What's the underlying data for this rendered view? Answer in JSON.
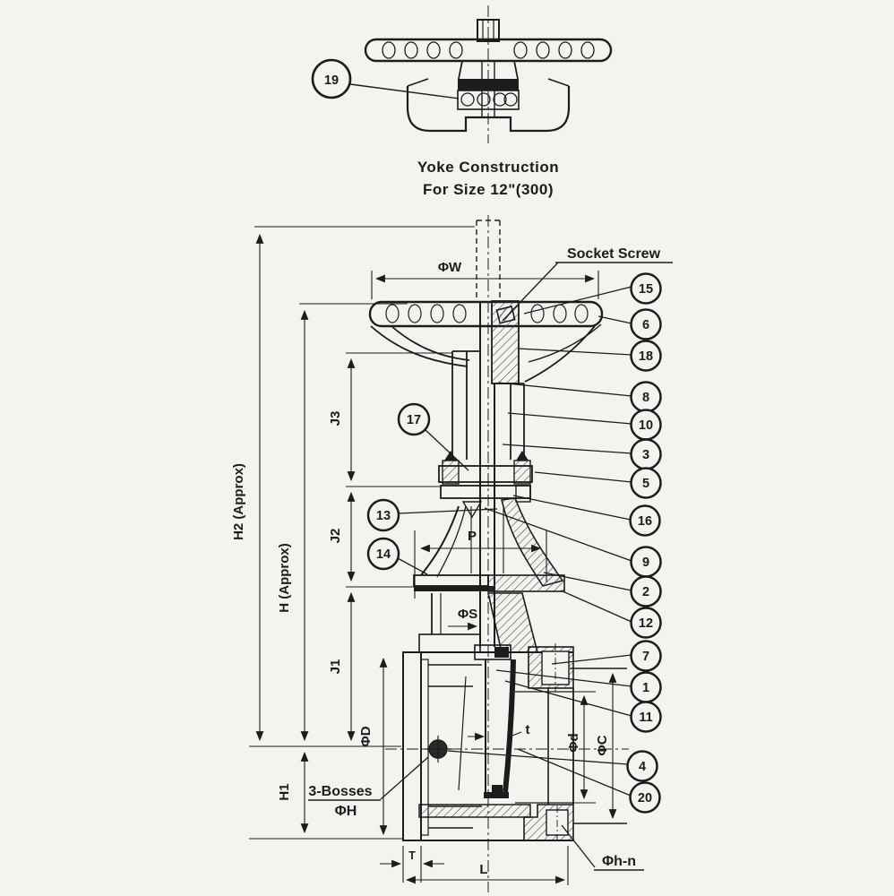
{
  "detail_view": {
    "caption_line1": "Yoke Construction",
    "caption_line2": "For Size 12\"(300)"
  },
  "labels": {
    "socket_screw": "Socket Screw",
    "bosses_line1": "3-Bosses",
    "bosses_line2": "ΦH",
    "bolt_holes": "Φh-n"
  },
  "dimensions": {
    "phi_w": "ΦW",
    "h2": "H2 (Approx)",
    "h": "H (Approx)",
    "j3": "J3",
    "j2": "J2",
    "j1": "J1",
    "h1": "H1",
    "phi_big_d": "ΦD",
    "p": "P",
    "phi_s": "ΦS",
    "t_gate": "t",
    "phi_small_d": "Φd",
    "phi_c": "ΦC",
    "t_flange": "T",
    "l": "L"
  },
  "balloons": {
    "b1": "1",
    "b2": "2",
    "b3": "3",
    "b4": "4",
    "b5": "5",
    "b6": "6",
    "b7": "7",
    "b8": "8",
    "b9": "9",
    "b10": "10",
    "b11": "11",
    "b12": "12",
    "b13": "13",
    "b14": "14",
    "b15": "15",
    "b16": "16",
    "b17": "17",
    "b18": "18",
    "b19": "19",
    "b20": "20"
  }
}
